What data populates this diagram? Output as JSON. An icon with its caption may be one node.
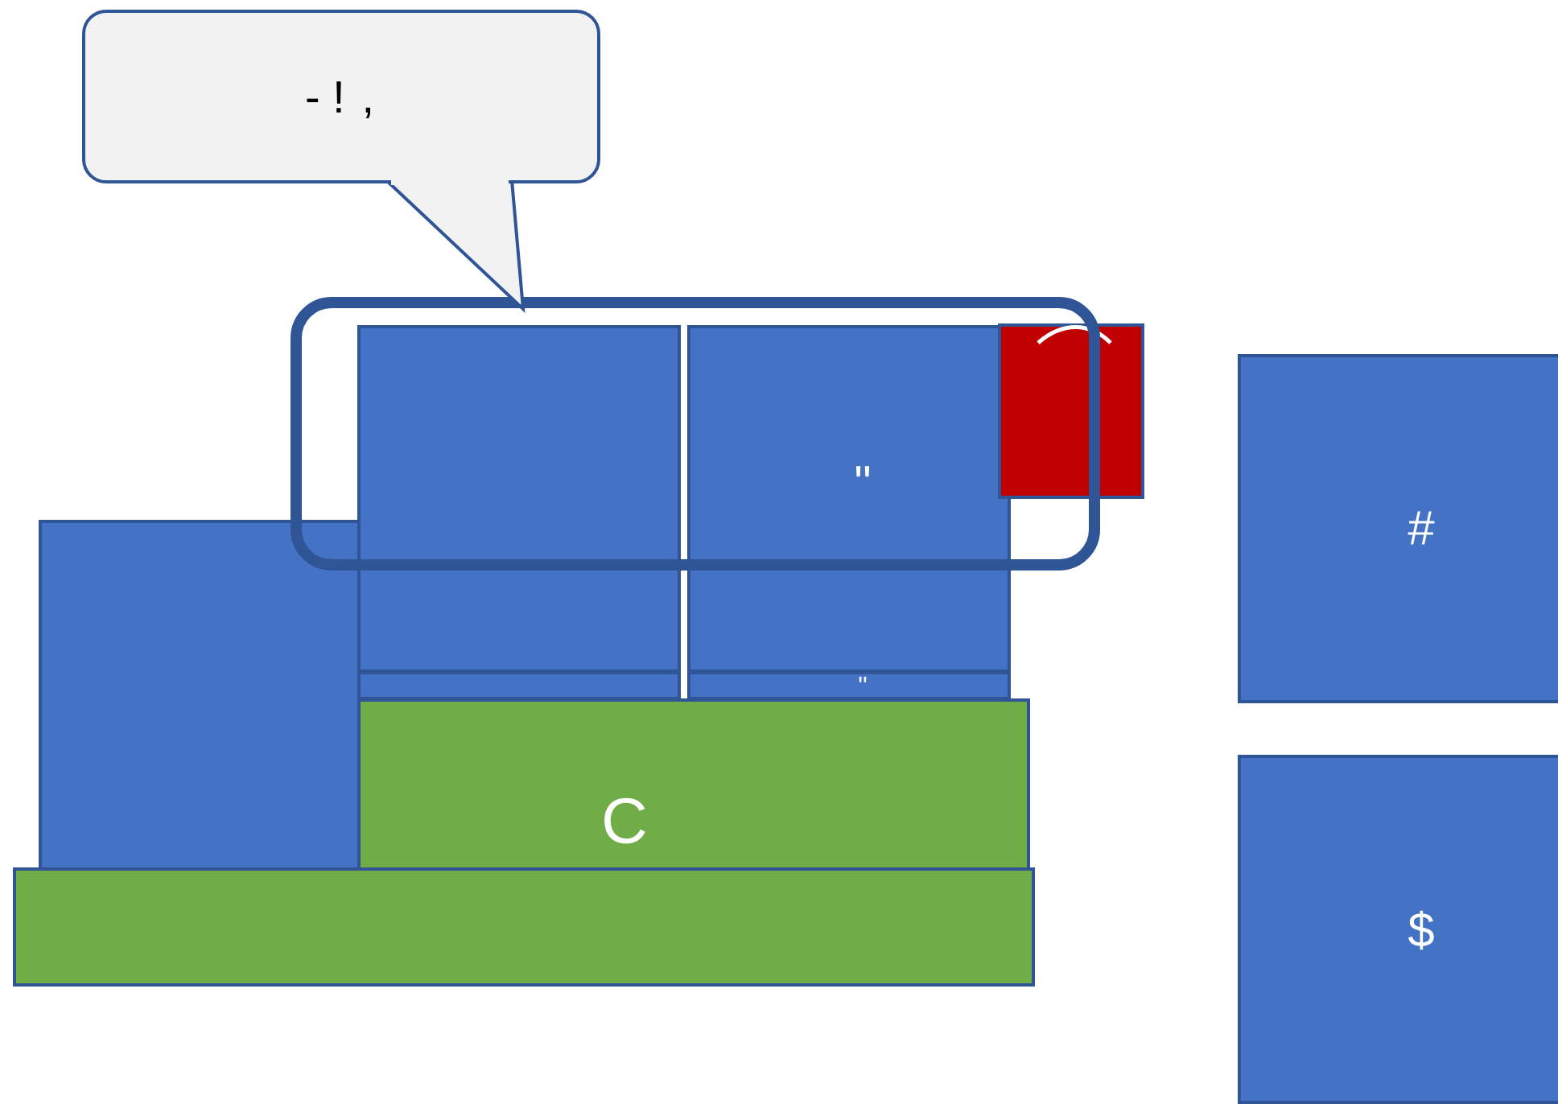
{
  "diagram": {
    "nodes": [
      {
        "text": [
          "- ! ,"
        ]
      },
      {
        "text": [],
        "shape": "box"
      },
      {
        "text": [],
        "shape": "box"
      },
      {
        "text": [],
        "shape": "box"
      },
      {
        "text": [
          "\""
        ]
      },
      {
        "text": [],
        "shape": "box"
      },
      {
        "text": [
          "\""
        ]
      },
      {
        "text": [],
        "shape": "box"
      },
      {
        "text": [
          "C"
        ]
      },
      {
        "text": [],
        "shape": "box"
      },
      {
        "text": [
          "#"
        ]
      },
      {
        "text": [
          "$"
        ]
      }
    ]
  }
}
